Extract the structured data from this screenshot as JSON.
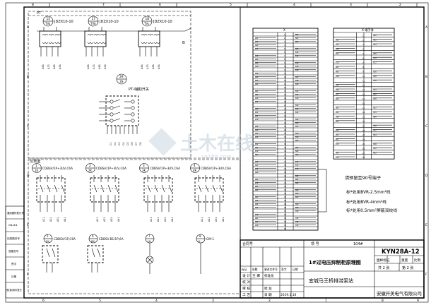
{
  "border": {
    "col_marks": [
      "8",
      "7",
      "6",
      "5",
      "4",
      "3",
      "2",
      "1"
    ],
    "row_marks": [
      "A",
      "B",
      "C",
      "D",
      "E",
      "F"
    ],
    "bottom_col_marks": [
      "6",
      "5",
      "4",
      "3",
      "2",
      "1",
      "8",
      "9"
    ]
  },
  "left_strip": {
    "rows": [
      "通用图样登记号",
      "GN-##",
      "旧底图总号",
      "底图总号",
      "签字",
      "日期",
      "借(通)用件登记"
    ]
  },
  "pt_section": {
    "label": "PT",
    "transformers": [
      {
        "num_top": "15",
        "num_bot": "TVa",
        "model": "JDZX10-10"
      },
      {
        "num_top": "17",
        "num_bot": "TVb",
        "model": "JDZX10-10"
      },
      {
        "num_top": "18",
        "num_bot": "TVc",
        "model": "JDZX10-10"
      }
    ],
    "switch": {
      "num_top": "29",
      "num_bot": "3S",
      "label": "PT-Ⅰ辅助开关"
    }
  },
  "meter_section": {
    "label": "仪表室",
    "relays": [
      {
        "num_top": "1",
        "num_bot": "1K",
        "label": "CDBSV/1P+3UV,C6A"
      },
      {
        "num_top": "2",
        "num_bot": "2K",
        "label": "CDBSV/1P+3UV,C6A"
      },
      {
        "num_top": "3",
        "num_bot": "3K",
        "label": "CDBSV/1P+3UV,C6A"
      },
      {
        "num_top": "4",
        "num_bot": "4K",
        "label": "CDBSV/1P+3UV,C6A"
      }
    ],
    "lower": [
      {
        "num_top": "5",
        "num_bot": "5K",
        "label": "CDBSV/1P,C6A"
      },
      {
        "num_top": "6",
        "num_bot": "6K",
        "label": "CDBSV-B1/1P,6A"
      },
      {
        "num_top": "7",
        "num_bot": "HL",
        "label": ""
      },
      {
        "num_top": "8",
        "num_bot": "K",
        "label": "GM-1"
      }
    ]
  },
  "terminal_blocks": {
    "block1_title": "X",
    "block2_title": "X 端子排",
    "block1_count": 56,
    "block2_count": 28
  },
  "notes": [
    "请预留至90号端子",
    "标*处用BVR-2.5mm²线",
    "标*处用BVR-4mm²线",
    "标*处用0.5mm²屏蔽双绞线"
  ],
  "title_block": {
    "contract_label": "合同号",
    "project_no_label": "项 号",
    "project_no_value": "104#",
    "model": "KYN28A-12",
    "drawing_title": "1#过电压抑制柜原理图",
    "project_name": "宜城马王桥排涝泵站",
    "company": "安徽开美电气有限公司",
    "drawing_marks_label": "图样标记",
    "weight_label": "重量",
    "scale_label": "比例",
    "sheets_total": "共 2 张",
    "sheet_no": "第 2 张",
    "rev_headers": [
      "标记",
      "处数",
      "更改文件号",
      "签字",
      "日期"
    ],
    "roles": [
      "设 计",
      "校 对",
      "审 核",
      "工 艺"
    ],
    "designer": "王 娜",
    "std_label": "标准化",
    "approve_label": "批 准",
    "date_label": "日 期",
    "date": "2019.1.16"
  },
  "watermark": "土木在线",
  "watermark_sub": "co188.com"
}
